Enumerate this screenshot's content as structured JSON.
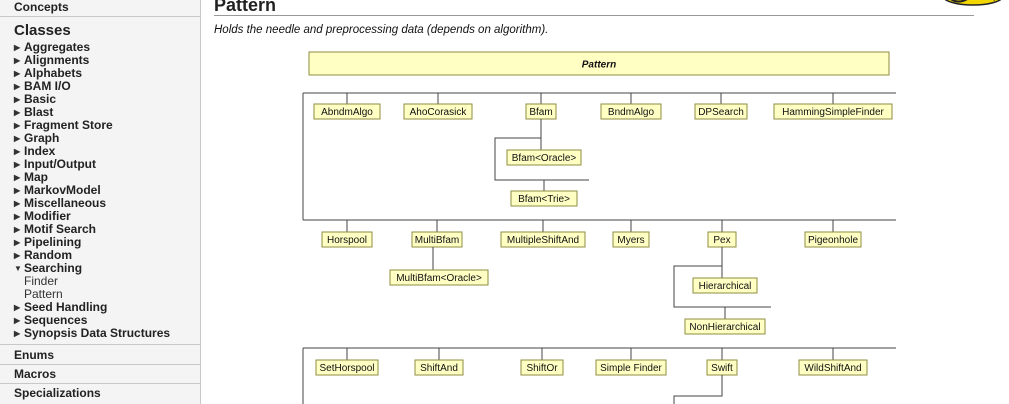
{
  "sidebar": {
    "concepts": "Concepts",
    "classes": "Classes",
    "items": [
      {
        "label": "Aggregates",
        "kind": "collapsed"
      },
      {
        "label": "Alignments",
        "kind": "collapsed"
      },
      {
        "label": "Alphabets",
        "kind": "collapsed"
      },
      {
        "label": "BAM I/O",
        "kind": "collapsed"
      },
      {
        "label": "Basic",
        "kind": "collapsed"
      },
      {
        "label": "Blast",
        "kind": "collapsed"
      },
      {
        "label": "Fragment Store",
        "kind": "collapsed"
      },
      {
        "label": "Graph",
        "kind": "collapsed"
      },
      {
        "label": "Index",
        "kind": "collapsed"
      },
      {
        "label": "Input/Output",
        "kind": "collapsed"
      },
      {
        "label": "Map",
        "kind": "collapsed"
      },
      {
        "label": "MarkovModel",
        "kind": "collapsed"
      },
      {
        "label": "Miscellaneous",
        "kind": "collapsed"
      },
      {
        "label": "Modifier",
        "kind": "collapsed"
      },
      {
        "label": "Motif Search",
        "kind": "collapsed"
      },
      {
        "label": "Pipelining",
        "kind": "collapsed"
      },
      {
        "label": "Random",
        "kind": "collapsed"
      },
      {
        "label": "Searching",
        "kind": "expanded"
      },
      {
        "label": "Finder",
        "kind": "sub"
      },
      {
        "label": "Pattern",
        "kind": "sub"
      },
      {
        "label": "Seed Handling",
        "kind": "collapsed"
      },
      {
        "label": "Sequences",
        "kind": "collapsed"
      },
      {
        "label": "Synopsis Data Structures",
        "kind": "collapsed"
      }
    ],
    "enums": "Enums",
    "macros": "Macros",
    "specializations": "Specializations"
  },
  "main": {
    "title": "Pattern",
    "description": "Holds the needle and preprocessing data (depends on algorithm)."
  },
  "diagram": {
    "root": "Pattern",
    "row1": [
      "AbndmAlgo",
      "AhoCorasick",
      "Bfam",
      "BndmAlgo",
      "DPSearch",
      "HammingSimpleFinder"
    ],
    "bfam_children": [
      "Bfam<Oracle>",
      "Bfam<Trie>"
    ],
    "row2": [
      "Horspool",
      "MultiBfam",
      "MultipleShiftAnd",
      "Myers",
      "Pex",
      "Pigeonhole"
    ],
    "multibfam_child": "MultiBfam<Oracle>",
    "pex_children": [
      "Hierarchical",
      "NonHierarchical"
    ],
    "row3": [
      "SetHorspool",
      "ShiftAnd",
      "ShiftOr",
      "Simple Finder",
      "Swift",
      "WildShiftAnd"
    ]
  },
  "colors": {
    "box_fill": "#ffffc4",
    "box_border": "#8e8e40",
    "logo_yellow": "#f2d600"
  }
}
